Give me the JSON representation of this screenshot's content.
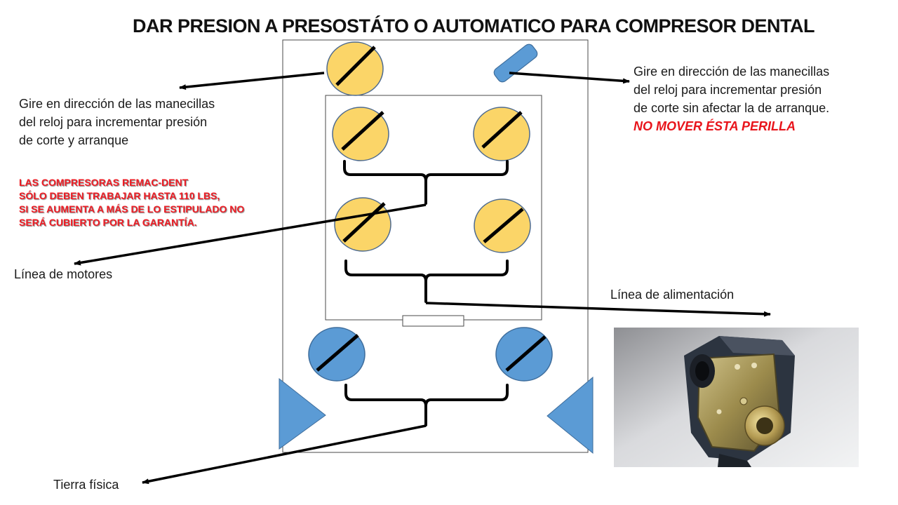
{
  "title": "DAR PRESION A PRESOSTÁTO O AUTOMATICO PARA COMPRESOR DENTAL",
  "left_note": {
    "lines": [
      "Gire en dirección de las manecillas",
      "del reloj para incrementar presión",
      "de corte y arranque"
    ]
  },
  "warning": {
    "lines": [
      "LAS COMPRESORAS REMAC-DENT",
      "SÓLO DEBEN TRABAJAR HASTA 110 LBS,",
      "SI SE AUMENTA A MÁS DE LO ESTIPULADO NO",
      "SERÁ CUBIERTO POR LA GARANTÍA."
    ]
  },
  "right_note": {
    "lines": [
      "Gire en dirección de las manecillas",
      "del reloj para incrementar presión",
      "de corte sin afectar la de arranque."
    ],
    "warning": "NO MOVER ÉSTA PERILLA"
  },
  "labels": {
    "motores": "Línea de motores",
    "alimentacion": "Línea de alimentación",
    "tierra": "Tierra física"
  },
  "colors": {
    "yellow_screw": "#fbd568",
    "blue_part": "#5b9bd5",
    "red_text": "#e8141b"
  },
  "icons": {
    "screw": "slotted-screw-icon",
    "arrow": "arrow-icon",
    "photo": "pressure-switch-photo"
  }
}
